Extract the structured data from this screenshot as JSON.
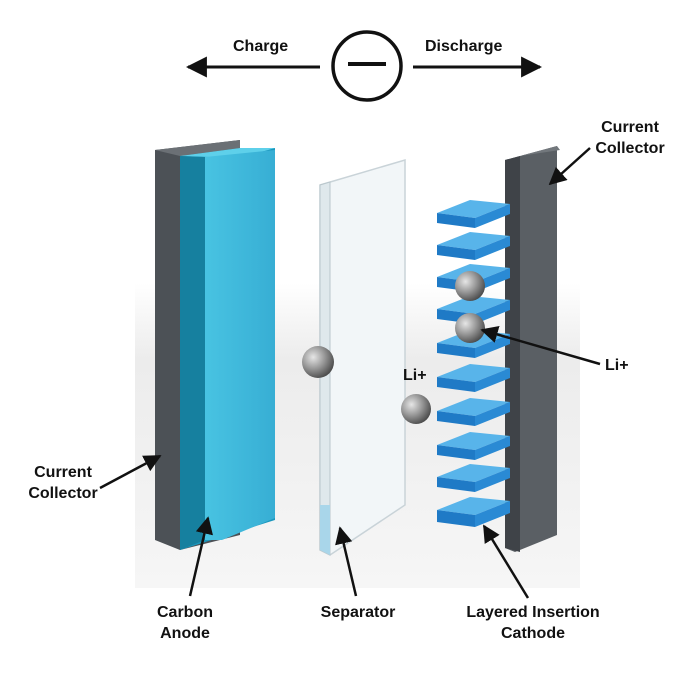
{
  "diagram": {
    "labels": {
      "charge": "Charge",
      "discharge": "Discharge",
      "current_collector_right": [
        "Current",
        "Collector"
      ],
      "current_collector_left": [
        "Current",
        "Collector"
      ],
      "li_ion_center": "Li+",
      "li_ion_right": "Li+",
      "carbon_anode": [
        "Carbon",
        "Anode"
      ],
      "separator": "Separator",
      "layered_cathode": [
        "Layered Insertion",
        "Cathode"
      ]
    },
    "symbol": "minus-circle-icon",
    "colors": {
      "anode": "#3fb8d8",
      "collector": "#555a5f",
      "cathode_layer": "#2f8fd6",
      "separator": "#eef3f5",
      "ion": "#8a8a8a"
    }
  }
}
